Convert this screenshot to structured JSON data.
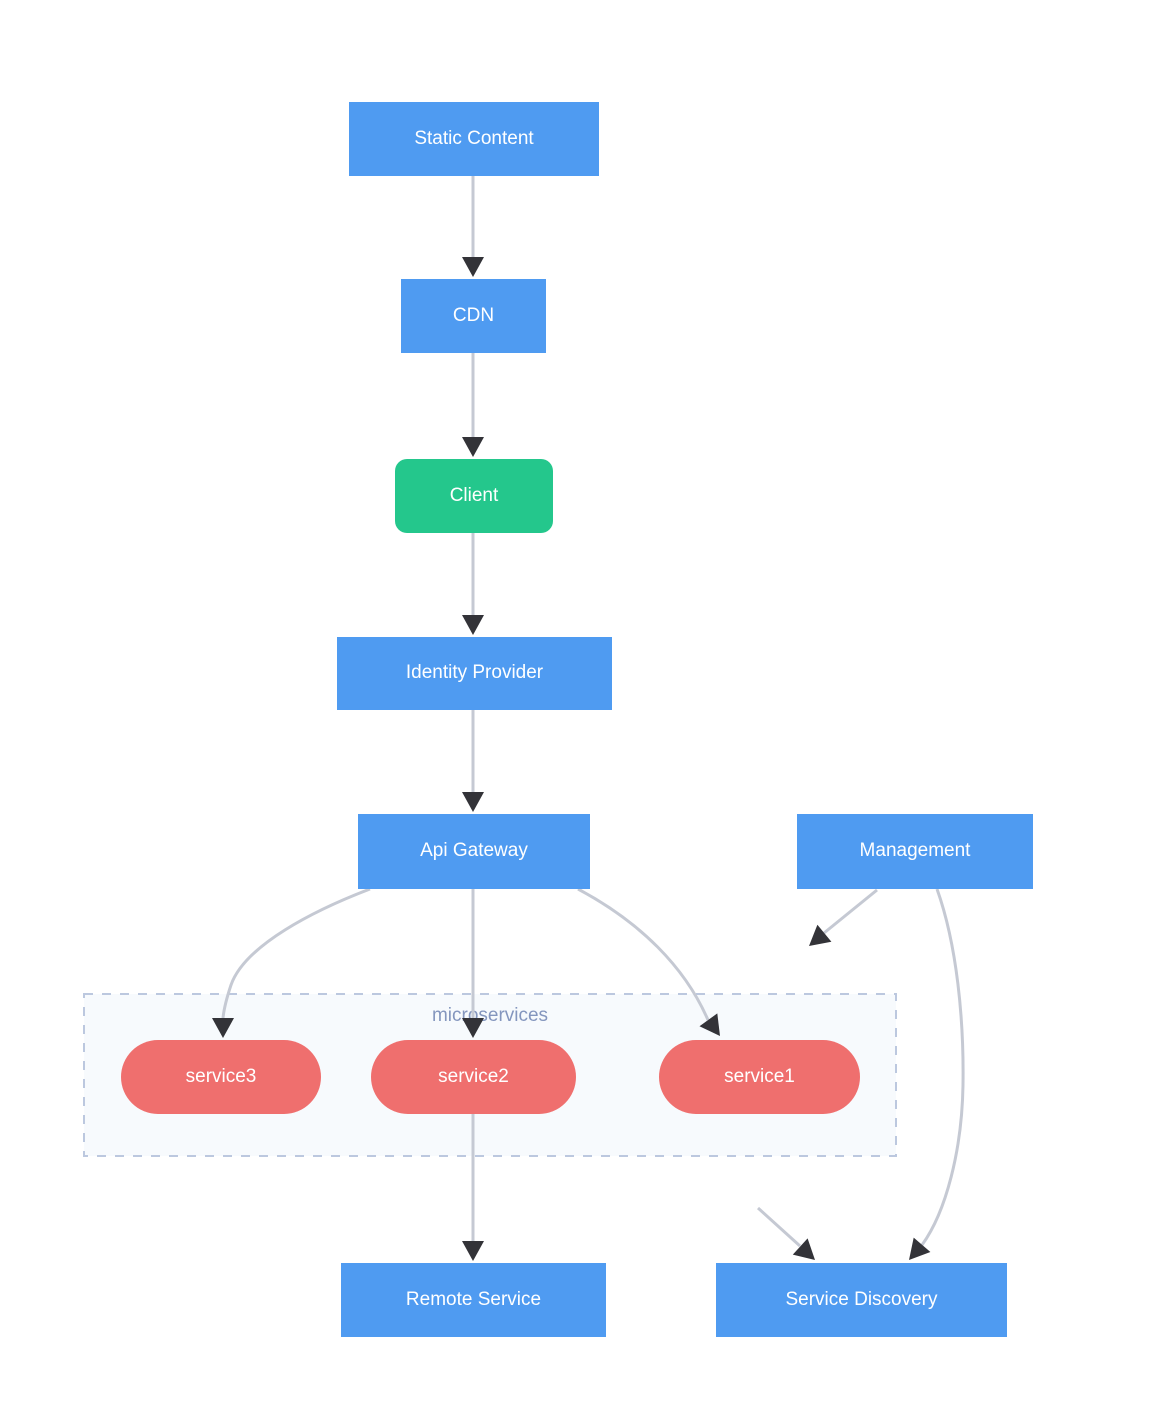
{
  "diagram": {
    "title": "microservices architecture flowchart",
    "nodes": {
      "static_content": {
        "label": "Static Content",
        "shape": "rect",
        "color": "#4F9BF1"
      },
      "cdn": {
        "label": "CDN",
        "shape": "rect",
        "color": "#4F9BF1"
      },
      "client": {
        "label": "Client",
        "shape": "rounded",
        "color": "#24C78C"
      },
      "identity_provider": {
        "label": "Identity Provider",
        "shape": "rect",
        "color": "#4F9BF1"
      },
      "api_gateway": {
        "label": "Api Gateway",
        "shape": "rect",
        "color": "#4F9BF1"
      },
      "management": {
        "label": "Management",
        "shape": "rect",
        "color": "#4F9BF1"
      },
      "service3": {
        "label": "service3",
        "shape": "stadium",
        "color": "#EF6F6E"
      },
      "service2": {
        "label": "service2",
        "shape": "stadium",
        "color": "#EF6F6E"
      },
      "service1": {
        "label": "service1",
        "shape": "stadium",
        "color": "#EF6F6E"
      },
      "remote_service": {
        "label": "Remote Service",
        "shape": "rect",
        "color": "#4F9BF1"
      },
      "service_discovery": {
        "label": "Service Discovery",
        "shape": "rect",
        "color": "#4F9BF1"
      }
    },
    "cluster": {
      "label": "microservices",
      "contains": [
        "service3",
        "service2",
        "service1"
      ],
      "background": "#F7FAFD",
      "border_color": "#BCC8DF",
      "label_color": "#8496BE"
    },
    "edges": [
      {
        "from": "Static Content",
        "to": "CDN"
      },
      {
        "from": "CDN",
        "to": "Client"
      },
      {
        "from": "Client",
        "to": "Identity Provider"
      },
      {
        "from": "Identity Provider",
        "to": "Api Gateway"
      },
      {
        "from": "Api Gateway",
        "to": "service3"
      },
      {
        "from": "Api Gateway",
        "to": "service2"
      },
      {
        "from": "Api Gateway",
        "to": "service1"
      },
      {
        "from": "Management",
        "to": "microservices"
      },
      {
        "from": "Management",
        "to": "Service Discovery"
      },
      {
        "from": "service1",
        "to": "Service Discovery"
      },
      {
        "from": "service2",
        "to": "Remote Service"
      }
    ],
    "colors": {
      "node_text": "#FFFFFF",
      "edge_line": "#C5C9D3",
      "arrowhead": "#333338",
      "background": "#FFFFFF"
    }
  }
}
